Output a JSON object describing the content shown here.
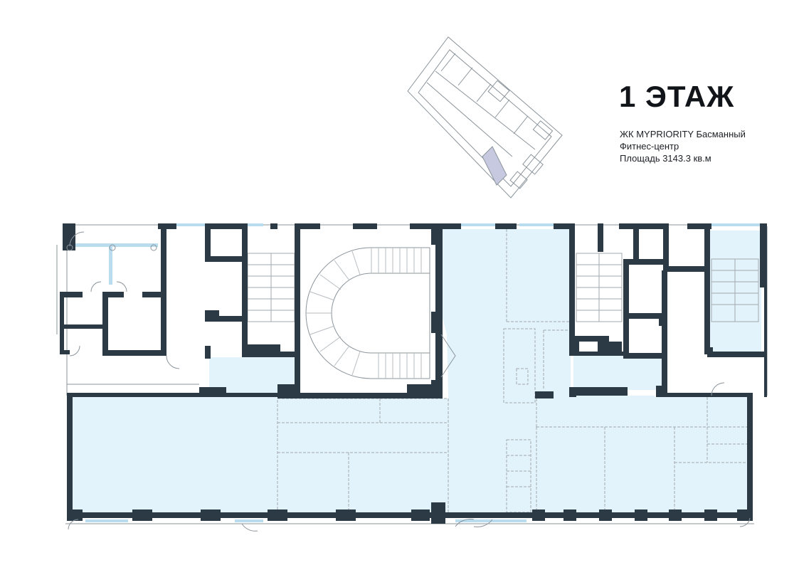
{
  "floor_title": "1 ЭТАЖ",
  "info": {
    "complex": "ЖК MYPRIORITY Басманный",
    "purpose": "Фитнес-центр",
    "area": "Площадь 3143.3 кв.м"
  },
  "colors": {
    "wall": "#2c3a46",
    "fill": "#e3f3fb",
    "line": "#8b949b",
    "highlight": "#c7c9e0"
  }
}
